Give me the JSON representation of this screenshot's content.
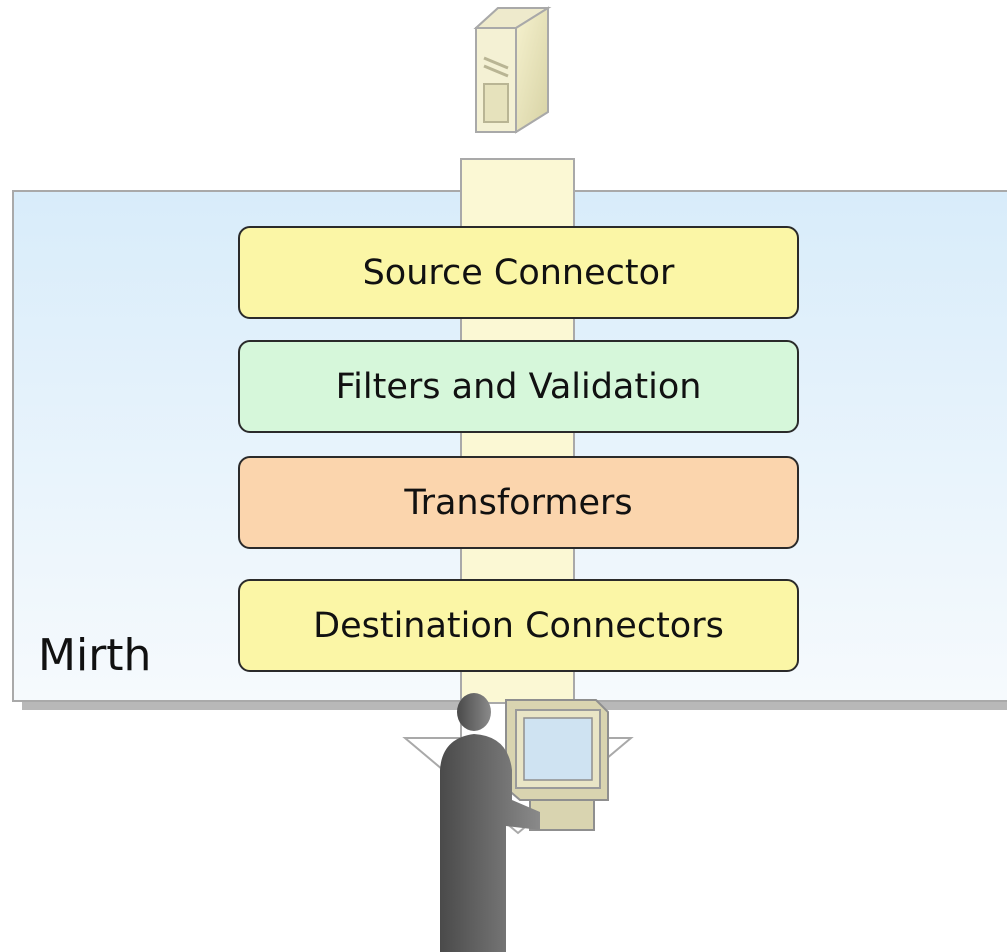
{
  "system": {
    "label": "Mirth"
  },
  "stages": [
    {
      "label": "Source Connector",
      "color": "#fbf6a6"
    },
    {
      "label": "Filters and Validation",
      "color": "#d6f7da"
    },
    {
      "label": "Transformers",
      "color": "#fbd5ad"
    },
    {
      "label": "Destination Connectors",
      "color": "#fbf6a6"
    }
  ],
  "icons": {
    "source": "server-icon",
    "destination": "user-at-computer-icon"
  },
  "colors": {
    "panel_top": "#d8ecfa",
    "panel_bottom": "#f6fafd",
    "flow_pipe": "#fbf8d4",
    "flow_arrow": "#ffffff"
  }
}
